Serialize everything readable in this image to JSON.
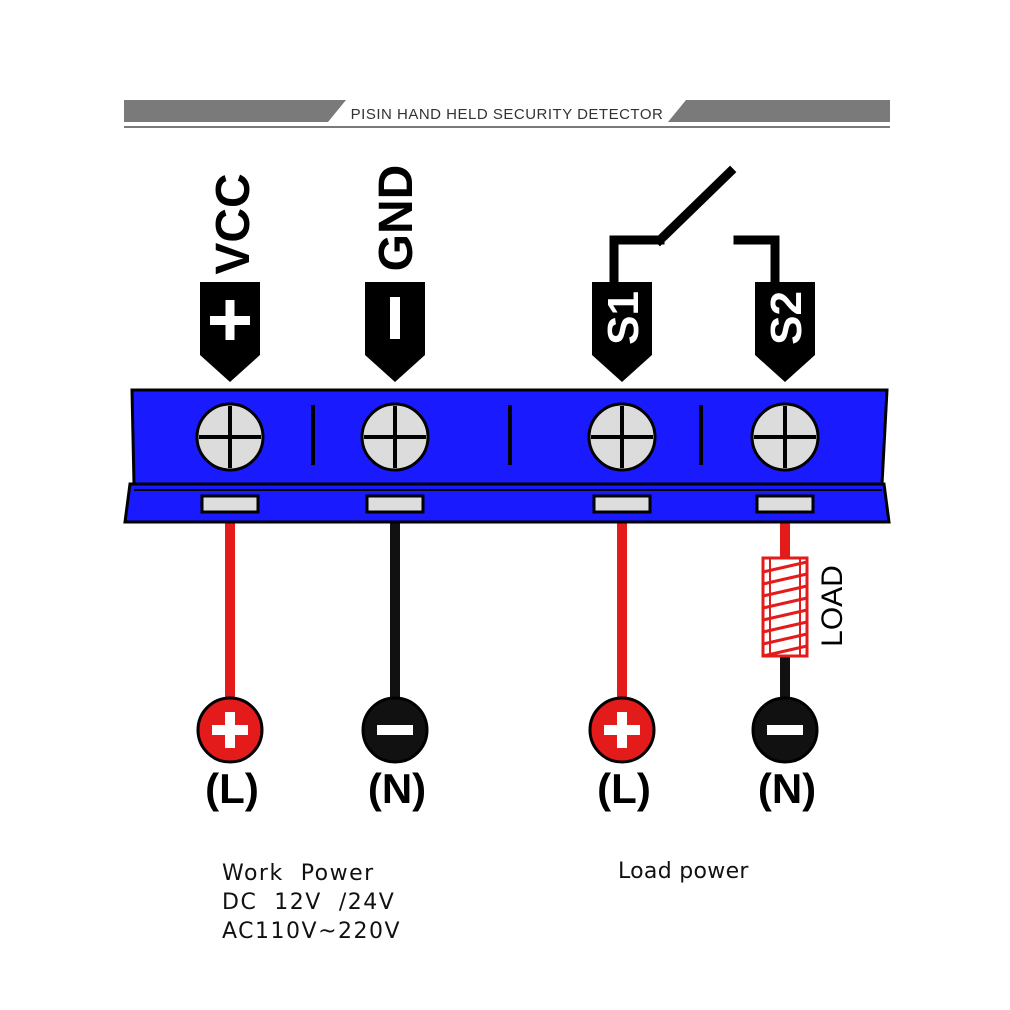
{
  "banner": {
    "text": "PISIN HAND HELD SECURITY DETECTOR"
  },
  "terminals": [
    {
      "name": "VCC",
      "symbol": "+"
    },
    {
      "name": "GND",
      "symbol": "−"
    },
    {
      "name": "S1",
      "symbol": "S1"
    },
    {
      "name": "S2",
      "symbol": "S2"
    }
  ],
  "power_nodes": [
    {
      "polarity": "+",
      "label": "(L)",
      "wire_color": "#e31b1b"
    },
    {
      "polarity": "−",
      "label": "(N)",
      "wire_color": "#111111"
    },
    {
      "polarity": "+",
      "label": "(L)",
      "wire_color": "#e31b1b"
    },
    {
      "polarity": "−",
      "label": "(N)",
      "wire_color": "#111111"
    }
  ],
  "load": {
    "label": "LOAD"
  },
  "captions": {
    "work_power": [
      "Work  Power",
      "DC  12V  /24V",
      "AC110V~220V"
    ],
    "load_power": "Load power"
  },
  "colors": {
    "terminal_block": "#1a1aff",
    "banner": "#7a7a7a",
    "live": "#e31b1b",
    "neutral": "#111111"
  }
}
